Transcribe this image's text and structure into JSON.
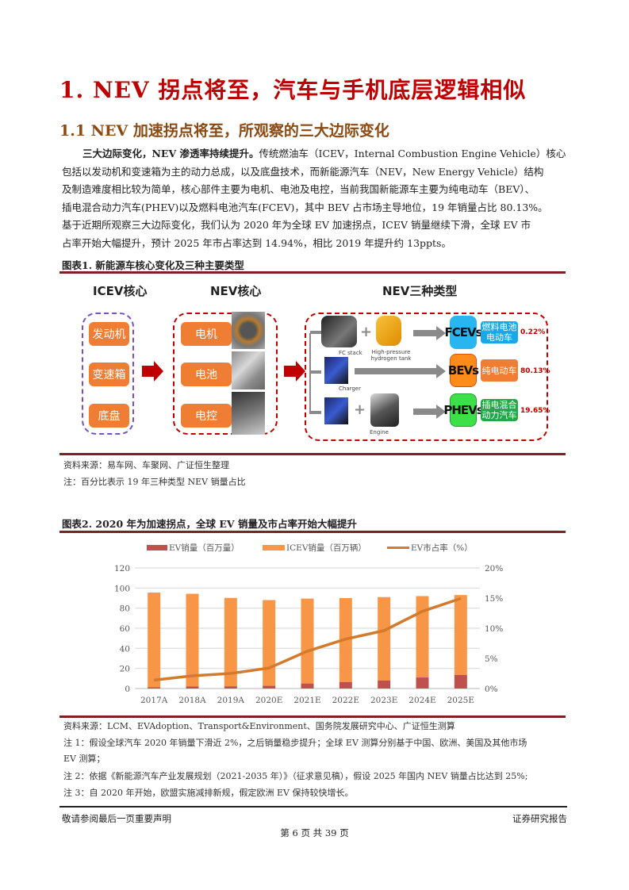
{
  "heading1": "1. NEV 拐点将至，汽车与手机底层逻辑相似",
  "heading2": "1.1 NEV 加速拐点将至，所观察的三大边际变化",
  "paragraph": {
    "lead_bold": "三大边际变化，NEV 渗透率持续提升。",
    "lines": [
      "传统燃油车（ICEV，Internal Combustion Engine Vehicle）核心",
      "包括以发动机和变速箱为主的动力总成，以及底盘技术，而新能源汽车（NEV，New Energy Vehicle）结构",
      "及制造难度相比较为简单，核心部件主要为电机、电池及电控，当前我国新能源车主要为纯电动车（BEV）、",
      "插电混合动力汽车(PHEV)以及燃料电池汽车(FCEV)，其中 BEV 占市场主导地位，19 年销量占比 80.13%。",
      "基于近期所观察三大边际变化，我们认为 2020 年为全球 EV 加速拐点，ICEV 销量继续下滑，全球 EV 市",
      "占率开始大幅提升，预计 2025 年市占率达到 14.94%，相比 2019 年提升约 13ppts。"
    ]
  },
  "figure1": {
    "title": "图表1.    新能源车核心变化及三种主要类型",
    "diagram": {
      "icev_header": "ICEV核心",
      "nev_header": "NEV核心",
      "types_header": "NEV三种类型",
      "icev_parts": [
        "发动机",
        "变速箱",
        "底盘"
      ],
      "nev_parts": [
        "电机",
        "电池",
        "电控"
      ],
      "component_captions": {
        "fc_stack": "FC stack",
        "tank": "High-pressure hydrogen tank",
        "charger": "Charger",
        "engine": "Engine"
      },
      "types": [
        {
          "badge": "FCEVs",
          "label": "燃料电池电动车",
          "label_l1": "燃料电池",
          "label_l2": "电动车",
          "pct": "0.22%",
          "badge_color": "#29b6f0",
          "label_color": "#1aa7e6"
        },
        {
          "badge": "BEVs",
          "label": "纯电动车",
          "label_l1": "纯电动车",
          "label_l2": "",
          "pct": "80.13%",
          "badge_color": "#ff8c1a",
          "label_color": "#ef7d33"
        },
        {
          "badge": "PHEVs",
          "label": "插电混合动力汽车",
          "label_l1": "插电混合",
          "label_l2": "动力汽车",
          "pct": "19.65%",
          "badge_color": "#3ee04a",
          "label_color": "#22a84a"
        }
      ]
    },
    "source": "资料来源：易车网、车聚网、广证恒生整理",
    "note": "注：百分比表示 19 年三种类型 NEV 销量占比"
  },
  "figure2": {
    "title": "图表2.    2020 年为加速拐点，全球 EV 销量及市占率开始大幅提升",
    "source": "资料来源：LCM、EVAdoption、Transport&Environment、国务院发展研究中心、广证恒生测算",
    "notes": [
      "注 1：假设全球汽车 2020 年销量下滑近 2%，之后销量稳步提升；全球 EV 测算分别基于中国、欧洲、美国及其他市场",
      "EV 测算；",
      "注 2：依据《新能源汽车产业发展规划（2021-2035 年）》（征求意见稿），假设 2025 年国内 NEV 销量占比达到 25%;",
      "注 3：自 2020 年开始，欧盟实施减排新规，假定欧洲 EV 保持较快增长。"
    ]
  },
  "chart_data": {
    "type": "bar",
    "title": "2020 年为加速拐点，全球 EV 销量及市占率开始大幅提升",
    "categories": [
      "2017A",
      "2018A",
      "2019A",
      "2020E",
      "2021E",
      "2022E",
      "2023E",
      "2024E",
      "2025E"
    ],
    "series": [
      {
        "name": "EV销量（百万量）",
        "type": "bar",
        "stacked": true,
        "axis": "left",
        "color": "#c0504d",
        "values": [
          1.2,
          2.0,
          2.2,
          2.7,
          5.0,
          6.5,
          8.0,
          11.0,
          13.5
        ]
      },
      {
        "name": "ICEV销量（百万辆）",
        "type": "bar",
        "stacked": true,
        "axis": "left",
        "color": "#f79646",
        "values": [
          94.3,
          92.3,
          88.0,
          85.3,
          84.5,
          83.5,
          83.0,
          81.0,
          79.5
        ]
      },
      {
        "name": "EV市占率（%）",
        "type": "line",
        "axis": "right",
        "color": "#d47a2c",
        "values": [
          1.4,
          2.1,
          2.5,
          3.4,
          6.2,
          8.2,
          9.6,
          12.8,
          14.94
        ]
      }
    ],
    "left_axis": {
      "ticks": [
        "0",
        "20",
        "40",
        "60",
        "80",
        "100",
        "120"
      ],
      "ylim": [
        0,
        120
      ]
    },
    "right_axis": {
      "ticks": [
        "0%",
        "5%",
        "10%",
        "15%",
        "20%"
      ],
      "ylim": [
        0,
        20
      ]
    },
    "legend_position": "top",
    "grid": true,
    "xlabel": "",
    "ylabel": ""
  },
  "footer": {
    "left": "敬请参阅最后一页重要声明",
    "right": "证券研究报告",
    "page": "第 6 页 共 39 页"
  }
}
